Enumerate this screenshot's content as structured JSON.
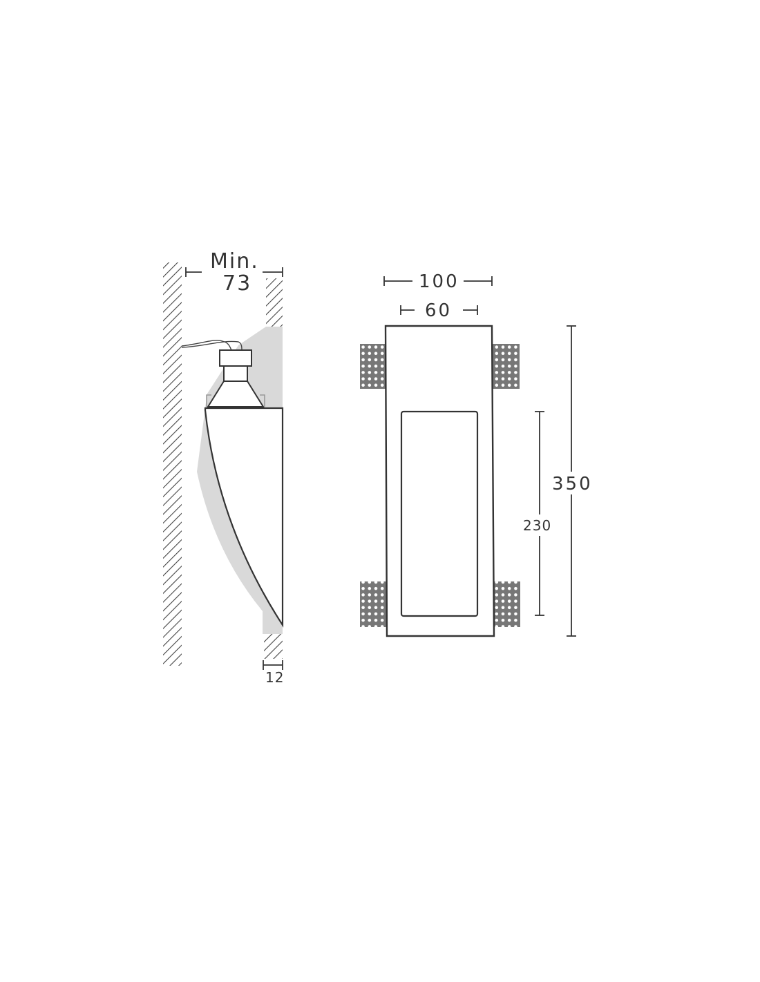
{
  "labels": {
    "min_label": "Min.",
    "min_value": "73",
    "wall_thickness": "12",
    "outer_width": "100",
    "inner_width": "60",
    "total_height": "350",
    "window_height": "230"
  },
  "colors": {
    "line": "#3a3a3a",
    "plaster": "#d9d9d9",
    "grid": "#777777"
  }
}
